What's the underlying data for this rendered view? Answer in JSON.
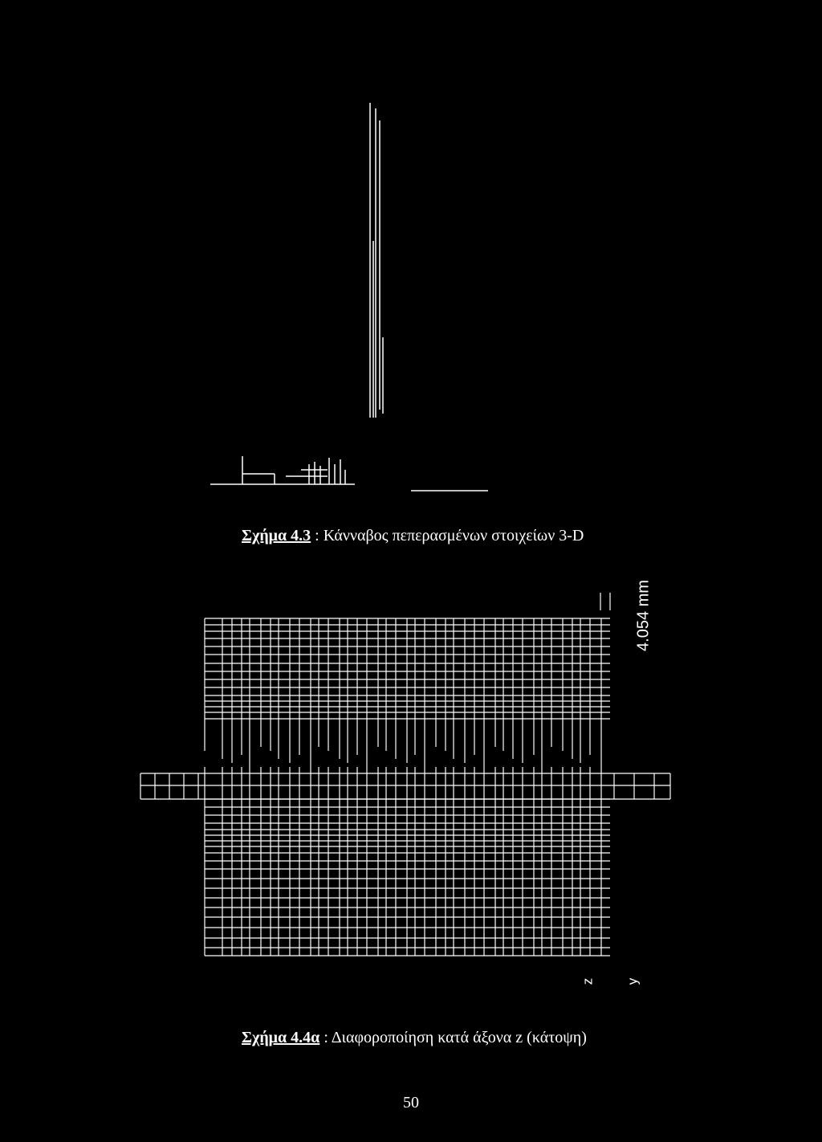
{
  "figure_1": {
    "caption_label": "Σχήμα 4.3",
    "caption_text": " : Κάνναβος πεπερασμένων στοιχείων 3-D"
  },
  "figure_2": {
    "caption_label": "Σχήμα 4.4α",
    "caption_text": " : Διαφοροποίηση κατά άξονα z (κάτοψη)",
    "dimension_label": "4.054 mm",
    "axis_labels": [
      "z",
      "y"
    ]
  },
  "page_number": "50",
  "colors": {
    "background": "#000000",
    "foreground": "#ffffff"
  }
}
